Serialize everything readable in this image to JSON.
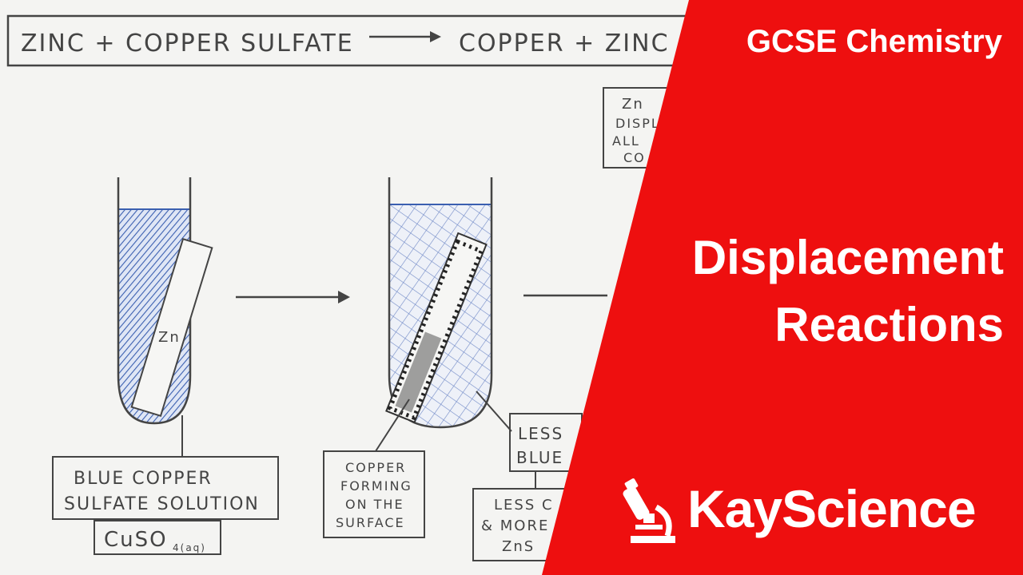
{
  "board": {
    "equation": {
      "left": "ZINC + COPPER SULFATE",
      "right": "COPPER + ZINC"
    },
    "top_note": [
      "Zn",
      "DISPL",
      "ALL",
      "CO"
    ],
    "tube1_label": "Zn",
    "label_blue_line1": "BLUE COPPER",
    "label_blue_line2": "SULFATE SOLUTION",
    "formula": "CuSO",
    "formula_sub": "4(aq)",
    "copper_line1": "COPPER",
    "copper_line2": "FORMING",
    "copper_line3": "ON THE",
    "copper_line4": "SURFACE",
    "less_blue_line1": "LESS",
    "less_blue_line2": "BLUE",
    "less_line1": "LESS C",
    "less_line2": "& MORE",
    "less_line3": "ZnS"
  },
  "panel": {
    "course": "GCSE Chemistry",
    "title_line1": "Displacement",
    "title_line2": "Reactions",
    "brand": "KayScience"
  },
  "colors": {
    "panel_red": "#ee0f0f",
    "solution_blue": "#3a5fb0",
    "marker": "#444444"
  }
}
